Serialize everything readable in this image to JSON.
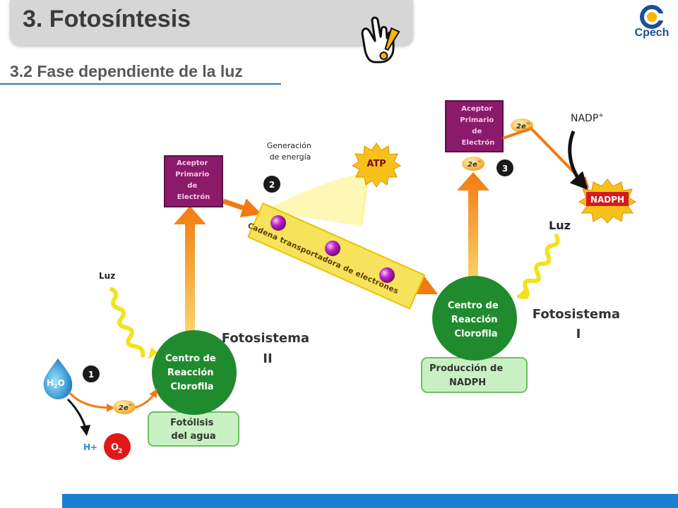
{
  "header": {
    "title": "3. Fotosíntesis",
    "subtitle": "3.2 Fase dependiente de la luz",
    "logo": "Cpech"
  },
  "colors": {
    "accent_blue": "#1a7fd4",
    "reaction_center": "#1f8b2e",
    "acceptor": "#8b1a6b",
    "process_box": "#c9f0c3",
    "arrow_orange": "#f28a1a",
    "chain_yellow": "#f6e25b",
    "electron_purple": "#b01ab8"
  },
  "diagram": {
    "acceptor_left": [
      "Aceptor",
      "Primario",
      "de",
      "Electrón"
    ],
    "acceptor_right": [
      "Aceptor",
      "Primario",
      "de",
      "Electrón"
    ],
    "energy_label": [
      "Generación",
      "de energía"
    ],
    "atp": "ATP",
    "step1": "1",
    "step2": "2",
    "step3": "3",
    "nadp_plus": "NADP",
    "nadp_sup": "+",
    "nadph": "NADPH",
    "electron_chain": "Cadena transportadora de electrones",
    "luz_left": "Luz",
    "luz_right": "Luz",
    "center_left": [
      "Centro de",
      "Reacción",
      "Clorofila"
    ],
    "center_right": [
      "Centro de",
      "Reacción",
      "Clorofila"
    ],
    "ps2": [
      "Fotosistema",
      "II"
    ],
    "ps1": [
      "Fotosistema",
      "I"
    ],
    "photolysis": [
      "Fotólisis",
      "del agua"
    ],
    "nadph_production": [
      "Producción de",
      "NADPH"
    ],
    "water": "H",
    "water_sub": "2",
    "water_o": "O",
    "hydrogen": "H+",
    "oxygen": "O",
    "oxygen_sub": "2",
    "electron_left": "2e",
    "electron_acc": "2e",
    "electron_right": "2e",
    "electron_sup": "−"
  }
}
